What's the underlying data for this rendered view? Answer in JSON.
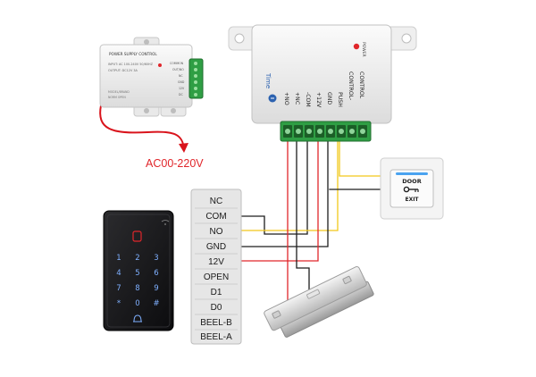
{
  "power_supply_small": {
    "title": "POWER SUPPLY CONTROL",
    "input_line": "INPUT: AC 100-240V  50/60HZ",
    "output_line": "OUTPUT: DC12V  3A",
    "model_line": "MODEL/BRAND",
    "sub_line": "NORM OPEN",
    "terminal_labels": [
      "COMMON",
      "OUT/NO",
      "NC",
      "GND",
      "12V",
      "DC"
    ]
  },
  "mains_label": "AC00-220V",
  "power_supply_large": {
    "power_led_label": "POWER",
    "time_label": "Time",
    "terminal_labels": [
      "+NO",
      "+NC",
      "-COM",
      "+12V",
      "GND",
      "PUSH",
      "CONTROL-",
      "CONTROL"
    ]
  },
  "exit_button": {
    "line1": "DOOR",
    "line2": "EXIT"
  },
  "keypad": {
    "keys": [
      "1",
      "2",
      "3",
      "4",
      "5",
      "6",
      "7",
      "8",
      "9",
      "*",
      "0",
      "#"
    ]
  },
  "terminal_strip": {
    "labels": [
      "NC",
      "COM",
      "NO",
      "GND",
      "12V",
      "OPEN",
      "D1",
      "D0",
      "BEEL-B",
      "BEEL-A"
    ]
  },
  "colors": {
    "wire_red": "#e0262b",
    "wire_black": "#1c1c1c",
    "wire_yellow": "#f2c81a",
    "mains_wire": "#d9141c",
    "mains_text": "#e0262b",
    "terminal_green": "#2f9e44"
  }
}
